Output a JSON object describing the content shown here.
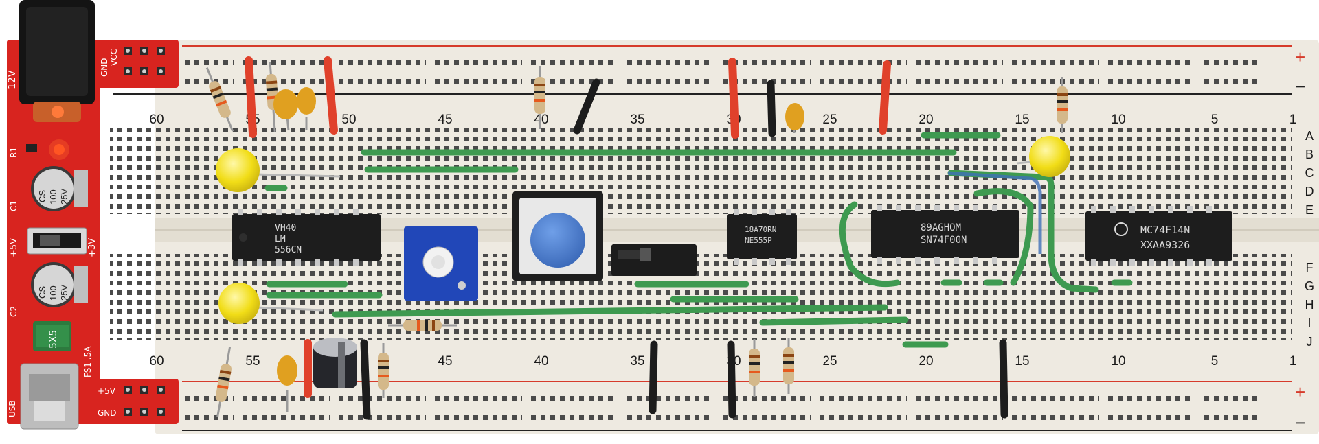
{
  "breadboard": {
    "column_numbers": [
      "60",
      "55",
      "50",
      "45",
      "40",
      "35",
      "30",
      "25",
      "20",
      "15",
      "10",
      "5",
      "1"
    ],
    "row_letters_top": [
      "A",
      "B",
      "C",
      "D",
      "E"
    ],
    "row_letters_bottom": [
      "F",
      "G",
      "H",
      "I",
      "J"
    ],
    "rail_plus": "+",
    "rail_minus": "−"
  },
  "power_module": {
    "label_12v": "12V",
    "label_gnd_top": "GND",
    "label_vcc_top": "VCC",
    "label_r1": "R1",
    "label_c1": "C1",
    "label_c2": "C2",
    "cap_text_top": [
      "CS",
      "100",
      "25V"
    ],
    "cap_text_bottom": [
      "CS",
      "100",
      "25V"
    ],
    "switch_left": "+5V",
    "switch_right": "+3V",
    "fuse_text": "5X5",
    "fuse_label": "FS1 .5A",
    "usb_label": "USB",
    "out_plus": "+5V",
    "out_gnd": "GND"
  },
  "chips": [
    {
      "name": "ne556",
      "lines": [
        "VH40",
        "LM",
        "556CN"
      ]
    },
    {
      "name": "small8pin",
      "lines": [
        "18A70RN",
        "NE555P"
      ]
    },
    {
      "name": "sn74f00n",
      "lines": [
        "89AGHOM",
        "SN74F00N"
      ]
    },
    {
      "name": "mc74f14n",
      "lines": [
        "MC74F14N",
        "XXAA9326"
      ]
    }
  ],
  "colors": {
    "pcb_red": "#d8241f",
    "board": "#eeeae1",
    "wire_green": "#3e9a50",
    "jumper_red": "#e0412b",
    "jumper_black": "#1c1c1c",
    "led_yellow": "#f4e21a",
    "button_blue": "#4a7fcf",
    "pot_blue": "#2147b8"
  }
}
